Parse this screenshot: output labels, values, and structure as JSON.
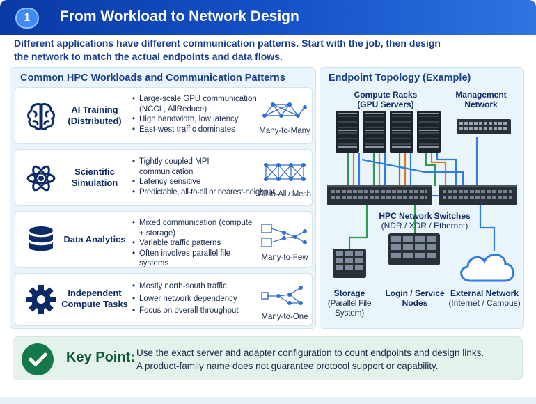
{
  "header": {
    "step_number": "1",
    "title": "From Workload to Network Design"
  },
  "intro": {
    "line1": "Different applications have different communication patterns. Start with the job, then design",
    "line2": "the network to match the actual endpoints and data flows."
  },
  "left_panel": {
    "title": "Common HPC Workloads and Communication Patterns",
    "workloads": [
      {
        "icon": "brain-icon",
        "name_line1": "AI Training",
        "name_line2": "(Distributed)",
        "bullets": [
          "Large-scale GPU communication (NCCL, AllReduce)",
          "High bandwidth, low latency",
          "East-west traffic dominates"
        ],
        "pattern": "Many-to-Many"
      },
      {
        "icon": "atom-icon",
        "name_line1": "Scientific",
        "name_line2": "Simulation",
        "bullets": [
          "Tightly coupled MPI communication",
          "Latency sensitive",
          "Predictable, all-to-all or nearest-neighbor"
        ],
        "pattern": "All-to-All / Mesh"
      },
      {
        "icon": "database-icon",
        "name_line1": "Data Analytics",
        "name_line2": "",
        "bullets": [
          "Mixed communication (compute + storage)",
          "Variable traffic patterns",
          "Often involves parallel file systems"
        ],
        "pattern": "Many-to-Few"
      },
      {
        "icon": "gear-icon",
        "name_line1": "Independent",
        "name_line2": "Compute Tasks",
        "bullets": [
          "Mostly north-south traffic",
          "Lower network dependency",
          "Focus on overall throughput"
        ],
        "pattern": "Many-to-One"
      }
    ]
  },
  "right_panel": {
    "title": "Endpoint Topology (Example)",
    "compute_line1": "Compute Racks",
    "compute_line2": "(GPU Servers)",
    "mgmt_line1": "Management",
    "mgmt_line2": "Network",
    "switch_line1": "HPC Network Switches",
    "switch_line2": "(NDR / XDR / Ethernet)",
    "storage_line1": "Storage",
    "storage_line2": "(Parallel File System)",
    "login_line1": "Login / Service",
    "login_line2": "Nodes",
    "external_line1": "External Network",
    "external_line2": "(Internet / Campus)"
  },
  "key_point": {
    "title": "Key Point:",
    "line1": "Use the exact server and adapter configuration to count endpoints and design links.",
    "line2": "A product-family name does not guarantee protocol support or capability."
  },
  "colors": {
    "header_blue": "#1553c9",
    "link_green": "#2e9a4f",
    "link_orange": "#e0781e",
    "link_blue": "#2f7de0",
    "keypoint_green": "#15784a"
  }
}
